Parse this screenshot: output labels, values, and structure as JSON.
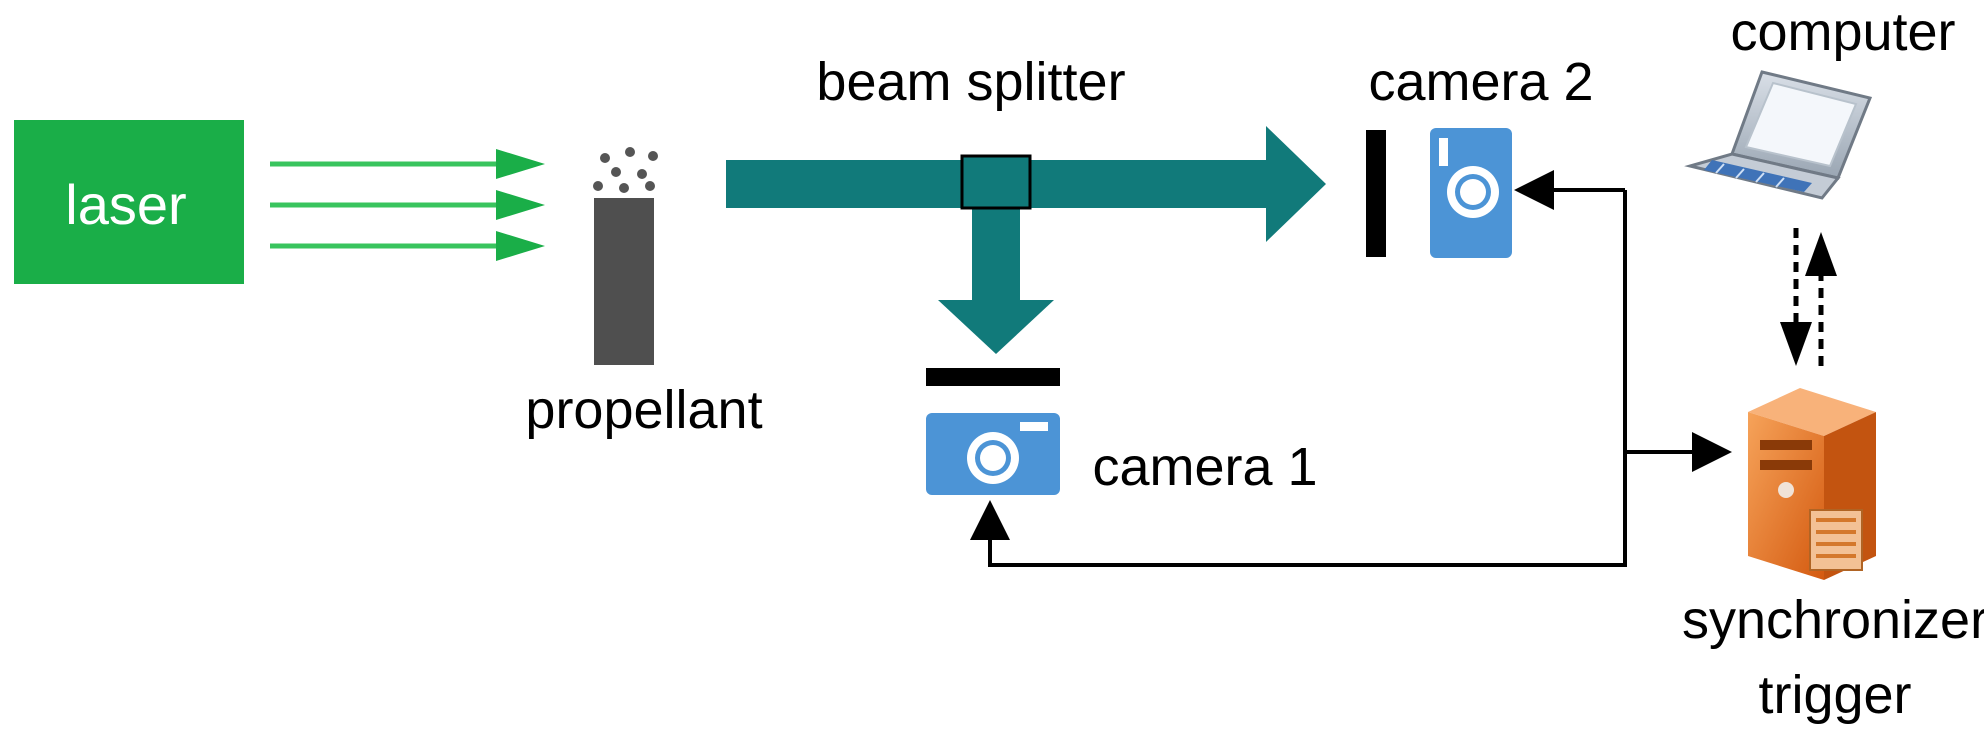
{
  "labels": {
    "laser": "laser",
    "propellant": "propellant",
    "beam_splitter": "beam splitter",
    "camera_1": "camera 1",
    "camera_2": "camera 2",
    "computer": "computer",
    "synchronizer_line1": "synchronizer",
    "synchronizer_line2": "trigger"
  },
  "colors": {
    "laser_green": "#1aae48",
    "beam_teal": "#117a7a",
    "camera_blue": "#4c94d6",
    "propellant_gray": "#4f4f4f",
    "server_orange": "#e8731e"
  },
  "icons": [
    "laser-box",
    "propellant-sample",
    "beam-splitter-cube",
    "camera-icon",
    "laptop-icon",
    "server-icon"
  ]
}
